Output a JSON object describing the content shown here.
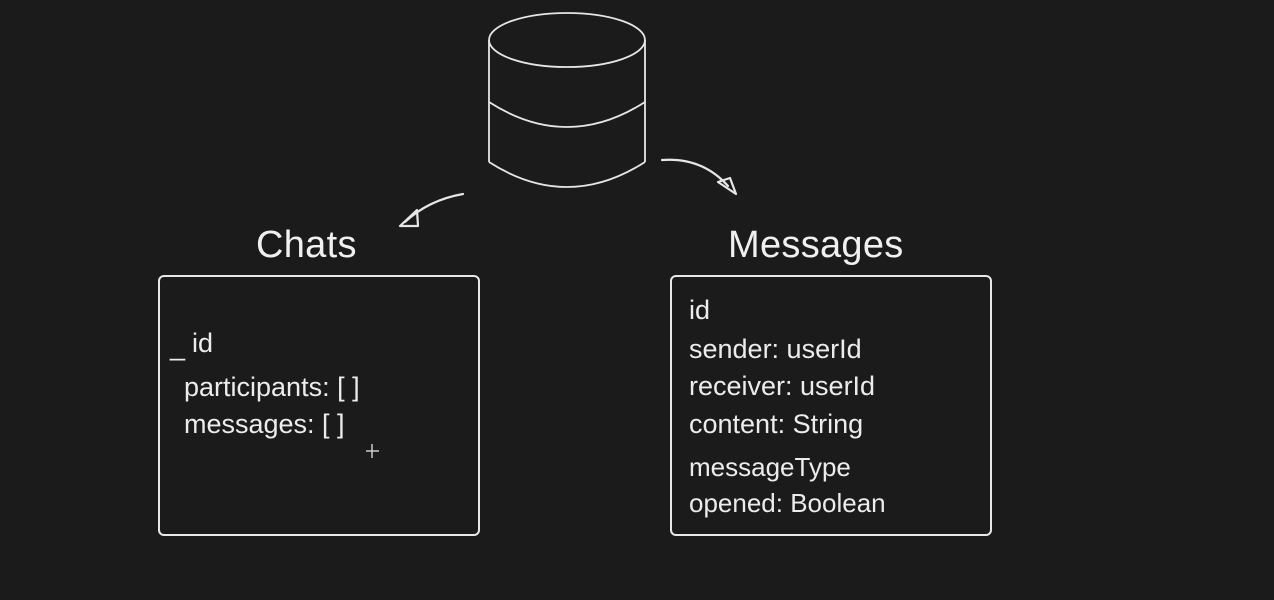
{
  "chats": {
    "title": "Chats",
    "id_prefix": "_",
    "fields": [
      "id",
      "participants: [ ]",
      "messages: [ ]"
    ]
  },
  "messages": {
    "title": "Messages",
    "fields": [
      "id",
      "sender: userId",
      "receiver: userId",
      "content: String",
      "messageType",
      "opened: Boolean"
    ]
  },
  "icons": {
    "database": "database-cylinder-icon",
    "cursor": "crosshair-cursor-icon"
  },
  "colors": {
    "background": "#1b1b1b",
    "stroke": "#e8e8e8"
  }
}
